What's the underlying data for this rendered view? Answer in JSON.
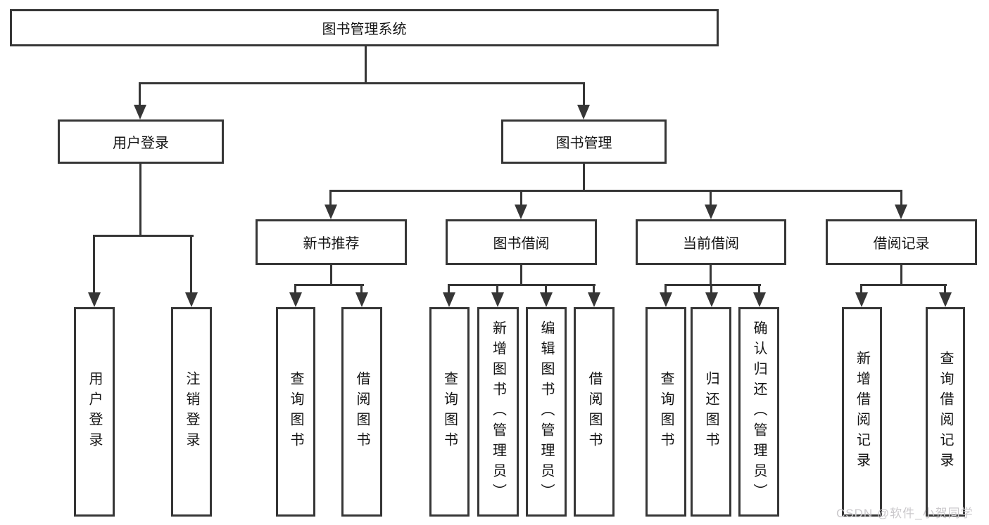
{
  "diagram": {
    "type": "tree",
    "title": "图书管理系统",
    "orientation": "top-down",
    "colors": {
      "line": "#363636",
      "box_border": "#363636",
      "box_bg": "#ffffff",
      "text": "#141414",
      "watermark": "#cbc9cc"
    }
  },
  "nodes": {
    "root": "图书管理系统",
    "user_login": "用户登录",
    "book_mgmt": "图书管理",
    "new_book_rec": "新书推荐",
    "book_borrow": "图书借阅",
    "current_borrow": "当前借阅",
    "borrow_record": "借阅记录",
    "leaf_user_login": "用户登录",
    "leaf_logout": "注销登录",
    "leaf_query_book_a": "查询图书",
    "leaf_borrow_book_a": "借阅图书",
    "leaf_query_book_b": "查询图书",
    "leaf_add_book_admin": "新增图书（管理员）",
    "leaf_edit_book_admin": "编辑图书（管理员）",
    "leaf_borrow_book_b": "借阅图书",
    "leaf_query_book_c": "查询图书",
    "leaf_return_book": "归还图书",
    "leaf_confirm_return_admin": "确认归还（管理员）",
    "leaf_add_borrow_record": "新增借阅记录",
    "leaf_query_borrow_record": "查询借阅记录"
  },
  "hierarchy": {
    "label": "图书管理系统",
    "children": [
      {
        "label": "用户登录",
        "children": [
          {
            "label": "用户登录"
          },
          {
            "label": "注销登录"
          }
        ]
      },
      {
        "label": "图书管理",
        "children": [
          {
            "label": "新书推荐",
            "children": [
              {
                "label": "查询图书"
              },
              {
                "label": "借阅图书"
              }
            ]
          },
          {
            "label": "图书借阅",
            "children": [
              {
                "label": "查询图书"
              },
              {
                "label": "新增图书（管理员）"
              },
              {
                "label": "编辑图书（管理员）"
              },
              {
                "label": "借阅图书"
              }
            ]
          },
          {
            "label": "当前借阅",
            "children": [
              {
                "label": "查询图书"
              },
              {
                "label": "归还图书"
              },
              {
                "label": "确认归还（管理员）"
              }
            ]
          },
          {
            "label": "借阅记录",
            "children": [
              {
                "label": "新增借阅记录"
              },
              {
                "label": "查询借阅记录"
              }
            ]
          }
        ]
      }
    ]
  },
  "watermark": "CSDN @软件_小贺同学"
}
